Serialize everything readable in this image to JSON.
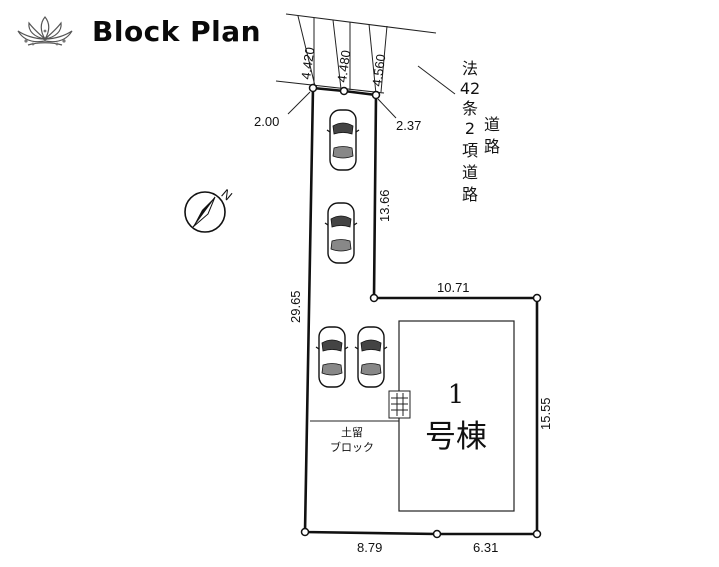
{
  "header": {
    "title": "Block Plan",
    "logo_icon": "lotus-logo-icon"
  },
  "plan": {
    "compass_letter": "N",
    "road_label": {
      "col1": [
        "法",
        "42",
        "条",
        "2",
        "項",
        "道",
        "路"
      ],
      "col2": [
        "道",
        "路"
      ]
    },
    "frontage_widths": [
      "4.420",
      "4.480",
      "4.560"
    ],
    "corner_dims": {
      "left": "2.00",
      "right": "2.37"
    },
    "sides": {
      "driveway_right": "13.66",
      "upper_step": "10.71",
      "left": "29.65",
      "right": "15.55",
      "bottom_left": "8.79",
      "bottom_right": "6.31"
    },
    "retaining_wall_line1": "土留",
    "retaining_wall_line2": "ブロック",
    "building_number": "1",
    "building_name": "号棟",
    "car_icons": [
      "car-icon",
      "car-icon",
      "car-icon",
      "car-icon"
    ]
  }
}
